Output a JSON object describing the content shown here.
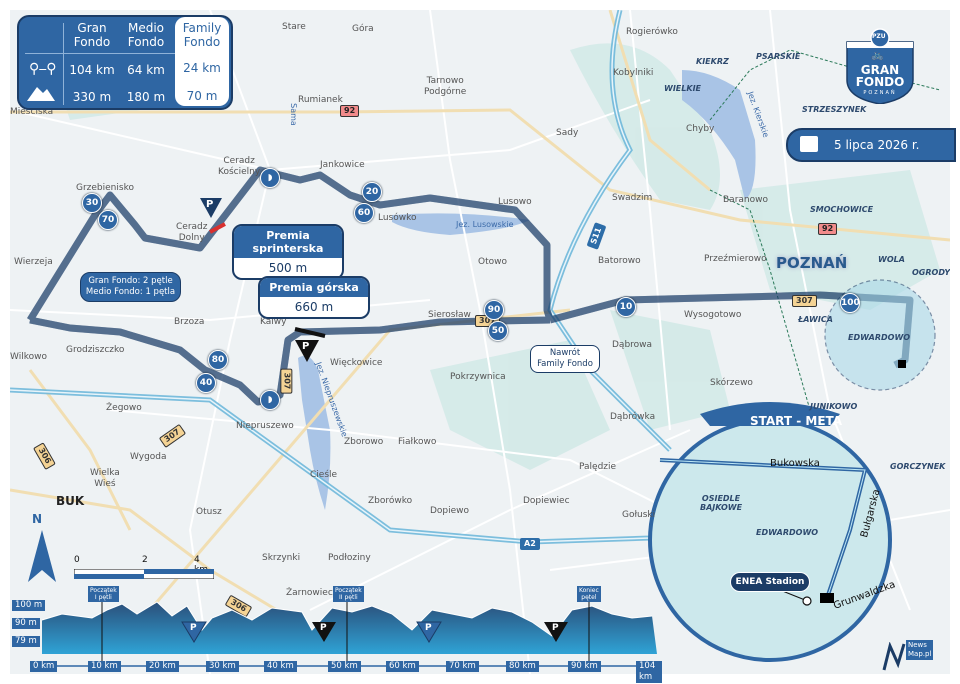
{
  "event": {
    "sponsor_logo": "PZU",
    "logo_title_line1": "GRAN",
    "logo_title_line2": "FONDO",
    "logo_subtitle": "POZNAŃ",
    "date": "5 lipca 2026 r.",
    "date_icon": "calendar-icon"
  },
  "stats_table": {
    "columns": [
      "Gran Fondo",
      "Medio Fondo",
      "Family Fondo"
    ],
    "column_lines": [
      [
        "Gran",
        "Fondo"
      ],
      [
        "Medio",
        "Fondo"
      ],
      [
        "Family",
        "Fondo"
      ]
    ],
    "rows": [
      {
        "icon": "route-distance-icon",
        "values": [
          "104 km",
          "64 km",
          "24 km"
        ]
      },
      {
        "icon": "mountain-elevation-icon",
        "values": [
          "330 m",
          "180 m",
          "70 m"
        ]
      }
    ]
  },
  "premia": {
    "sprint": {
      "title": "Premia sprinterska",
      "value": "500 m"
    },
    "mountain": {
      "title": "Premia górska",
      "value": "660 m"
    }
  },
  "notes": {
    "loop_line1": "Gran Fondo: 2 pętle",
    "loop_line2": "Medio Fondo: 1 pętla",
    "turnaround_line1": "Nawrót",
    "turnaround_line2": "Family Fondo"
  },
  "km_markers": [
    "10",
    "20",
    "30",
    "40",
    "50",
    "60",
    "70",
    "80",
    "90",
    "100"
  ],
  "places": {
    "Stare": "Stare",
    "Gora": "Góra",
    "Rogierowko": "Rogierówko",
    "Kobylniki": "Kobylniki",
    "Tarnowo1": "Tarnowo",
    "Tarnowo2": "Podgórne",
    "Rumianek": "Rumianek",
    "Miescisko": "Mieściska",
    "Sady": "Sady",
    "Chyby": "Chyby",
    "Ceradz1": "Ceradz",
    "Ceradz2": "Kościelny",
    "Jankowice": "Jankowice",
    "Lusowo": "Lusowo",
    "Lusowko": "Lusówko",
    "Swadzim": "Swadzim",
    "Baranowo": "Baranowo",
    "Grzebienisko": "Grzebienisko",
    "CeradzD1": "Ceradz",
    "CeradzD2": "Dolny",
    "Wierzeja": "Wierzeja",
    "Otowo": "Otowo",
    "Batorowo": "Batorowo",
    "Przezmierowo": "Przeźmierowo",
    "Brzoza": "Brzoza",
    "Kalwy": "Kalwy",
    "Sieroslaw": "Sierosław",
    "Wilkowo": "Wilkowo",
    "Grodziszczko": "Grodziszczko",
    "Wysogotowo": "Wysogotowo",
    "Dabrowa": "Dąbrowa",
    "Wieckowice": "Więckowice",
    "Pokrzywnica": "Pokrzywnica",
    "Skorzewo": "Skórzewo",
    "Zegowo": "Żegowo",
    "Niepruszewo": "Niepruszewo",
    "Dabrowka": "Dąbrówka",
    "Zborowo": "Zborowo",
    "Fialkowo": "Fiałkowo",
    "Wygoda": "Wygoda",
    "WielkaWies1": "Wielka",
    "WielkaWies2": "Wieś",
    "Ciesle": "Cieśle",
    "Paledzie": "Palędzie",
    "BUK": "BUK",
    "Zborowko": "Zborówko",
    "Dopiewiec": "Dopiewiec",
    "Dopiewo": "Dopiewo",
    "Otusz": "Otusz",
    "Goluski": "Gołuski",
    "Skrzynki": "Skrzynki",
    "Podloziny": "Podłoziny",
    "Zarnowiec": "Żarnowiec"
  },
  "districts": {
    "Kiekrz": "KIEKRZ",
    "Psarskie": "PSARSKIE",
    "Wielkie": "WIELKIE",
    "Strzeszynek": "STRZESZYNEK",
    "Smochowice": "SMOCHOWICE",
    "Wola": "WOLA",
    "Ogrody": "OGRODY",
    "Lawica": "ŁAWICA",
    "Edwardowo": "EDWARDOWO",
    "Junikowo": "JUNIKOWO",
    "Gorczyn": "GORCZYNEK",
    "Bajkowe1": "OSIEDLE",
    "Bajkowe2": "BAJKOWE",
    "Edwardowo2": "EDWARDOWO"
  },
  "city": "POZNAŃ",
  "lakes": {
    "Kierskie": "Jez. Kierskie",
    "Lusowskie": "Jez. Lusowskie",
    "Niepruszewskie": "Jez. Niepruszewskie",
    "Samica": "Sama"
  },
  "roads": {
    "r92a": "92",
    "r92b": "92",
    "r307a": "307",
    "r307b": "307",
    "r307c": "307",
    "r307d": "307",
    "r306a": "306",
    "r306b": "306",
    "a2": "A2",
    "s11": "S11"
  },
  "start_meta": {
    "title": "START - META",
    "streets": [
      "Bukowska",
      "Bułgarska",
      "Grunwaldzka"
    ],
    "stadium": "ENEA Stadion"
  },
  "scale_bar": {
    "labels": [
      "0",
      "2",
      "4 km"
    ]
  },
  "compass": {
    "label": "N"
  },
  "elevation_profile": {
    "y_labels": [
      "100 m",
      "90 m",
      "79 m"
    ],
    "x_labels": [
      "0 km",
      "10 km",
      "20 km",
      "30 km",
      "40 km",
      "50 km",
      "60 km",
      "70 km",
      "80 km",
      "90 km",
      "104 km"
    ],
    "markers": [
      {
        "label_line1": "Początek",
        "label_line2": "I pętli",
        "km": 10
      },
      {
        "label_line1": "Początek",
        "label_line2": "II pętli",
        "km": 50
      },
      {
        "label_line1": "Koniec",
        "label_line2": "pętel",
        "km": 90
      }
    ]
  },
  "credit": {
    "line1": "News",
    "line2": "Map.pl"
  },
  "colors": {
    "route": "#2f66a3",
    "route_dark": "#1b3c66",
    "accent_red": "#d9302f",
    "map_bg": "#eef2f4",
    "water": "#b9d8e6"
  }
}
